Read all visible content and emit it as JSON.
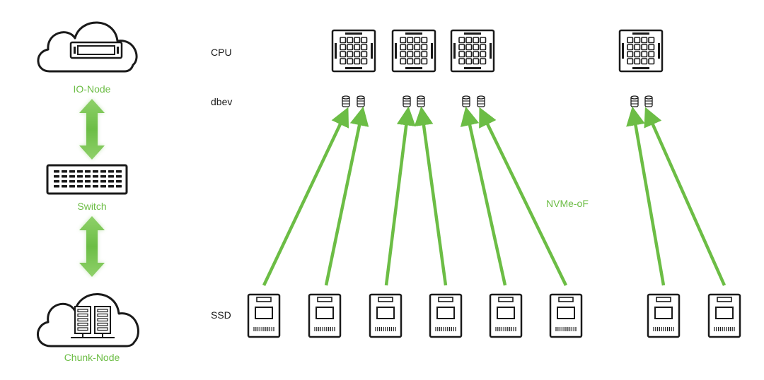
{
  "left_panel": {
    "io_node_label": "IO-Node",
    "switch_label": "Switch",
    "chunk_node_label": "Chunk-Node"
  },
  "rows": {
    "cpu_label": "CPU",
    "dbev_label": "dbev",
    "ssd_label": "SSD"
  },
  "link_label": "NVMe-oF",
  "colors": {
    "accent_green": "#6cbd45",
    "arrow_green": "#6cbd45",
    "outline": "#1a1a1a"
  },
  "icons": {
    "io_node": "cloud-server-icon",
    "switch": "network-switch-icon",
    "chunk_node": "cloud-rack-icon",
    "cpu": "cpu-chip-icon",
    "dbev": "database-icon",
    "ssd": "ssd-drive-icon"
  }
}
